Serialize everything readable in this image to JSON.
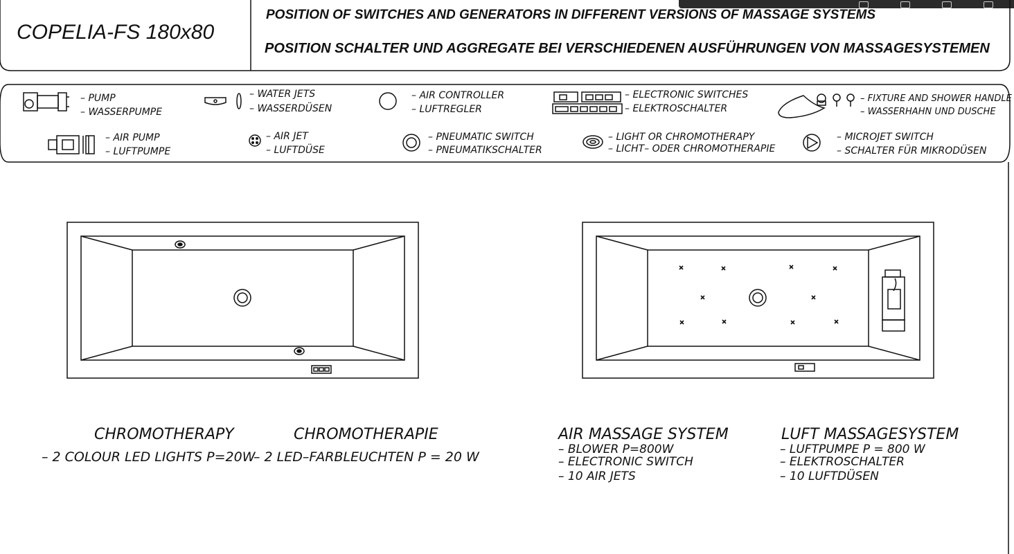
{
  "header": {
    "model": "COPELIA-FS 180x80",
    "title_en": "POSITION OF SWITCHES AND GENERATORS IN DIFFERENT VERSIONS OF MASSAGE SYSTEMS",
    "title_de": "POSITION SCHALTER UND AGGREGATE BEI VERSCHIEDENEN AUSFÜHRUNGEN VON MASSAGESYSTEMEN"
  },
  "legend": {
    "pump": [
      "– PUMP",
      "– WASSERPUMPE"
    ],
    "water_jets": [
      "– WATER JETS",
      "– WASSERDÜSEN"
    ],
    "air_controller": [
      "– AIR CONTROLLER",
      "– LUFTREGLER"
    ],
    "electronic_switches": [
      "– ELECTRONIC SWITCHES",
      "– ELEKTROSCHALTER"
    ],
    "fixture": [
      "– FIXTURE AND SHOWER HANDLE",
      "– WASSERHAHN UND DUSCHE"
    ],
    "air_pump": [
      "– AIR PUMP",
      "– LUFTPUMPE"
    ],
    "air_jet": [
      "– AIR JET",
      "– LUFTDÜSE"
    ],
    "pneumatic_switch": [
      "– PNEUMATIC SWITCH",
      "– PNEUMATIKSCHALTER"
    ],
    "light": [
      "– LIGHT OR CHROMOTHERAPY",
      "– LICHT– ODER CHROMOTHERAPIE"
    ],
    "microjet_switch": [
      "– MICROJET SWITCH",
      "– SCHALTER FÜR MIKRODÜSEN"
    ]
  },
  "systems": {
    "chromo": {
      "title_en": "CHROMOTHERAPY",
      "title_de": "CHROMOTHERAPIE",
      "line_en": "– 2 COLOUR LED LIGHTS P=20W",
      "line_de": "– 2 LED–FARBLEUCHTEN P = 20 W"
    },
    "air": {
      "title_en": "AIR MASSAGE SYSTEM",
      "title_de": "LUFT MASSAGESYSTEM",
      "lines_en": [
        "– BLOWER P=800W",
        "– ELECTRONIC SWITCH",
        "– 10 AIR JETS"
      ],
      "lines_de": [
        "– LUFTPUMPE P = 800 W",
        "– ELEKTROSCHALTER",
        "– 10 LUFTDÜSEN"
      ]
    }
  },
  "colors": {
    "line": "#111111",
    "background": "#ffffff",
    "toolbar": "#2b2b2b"
  }
}
